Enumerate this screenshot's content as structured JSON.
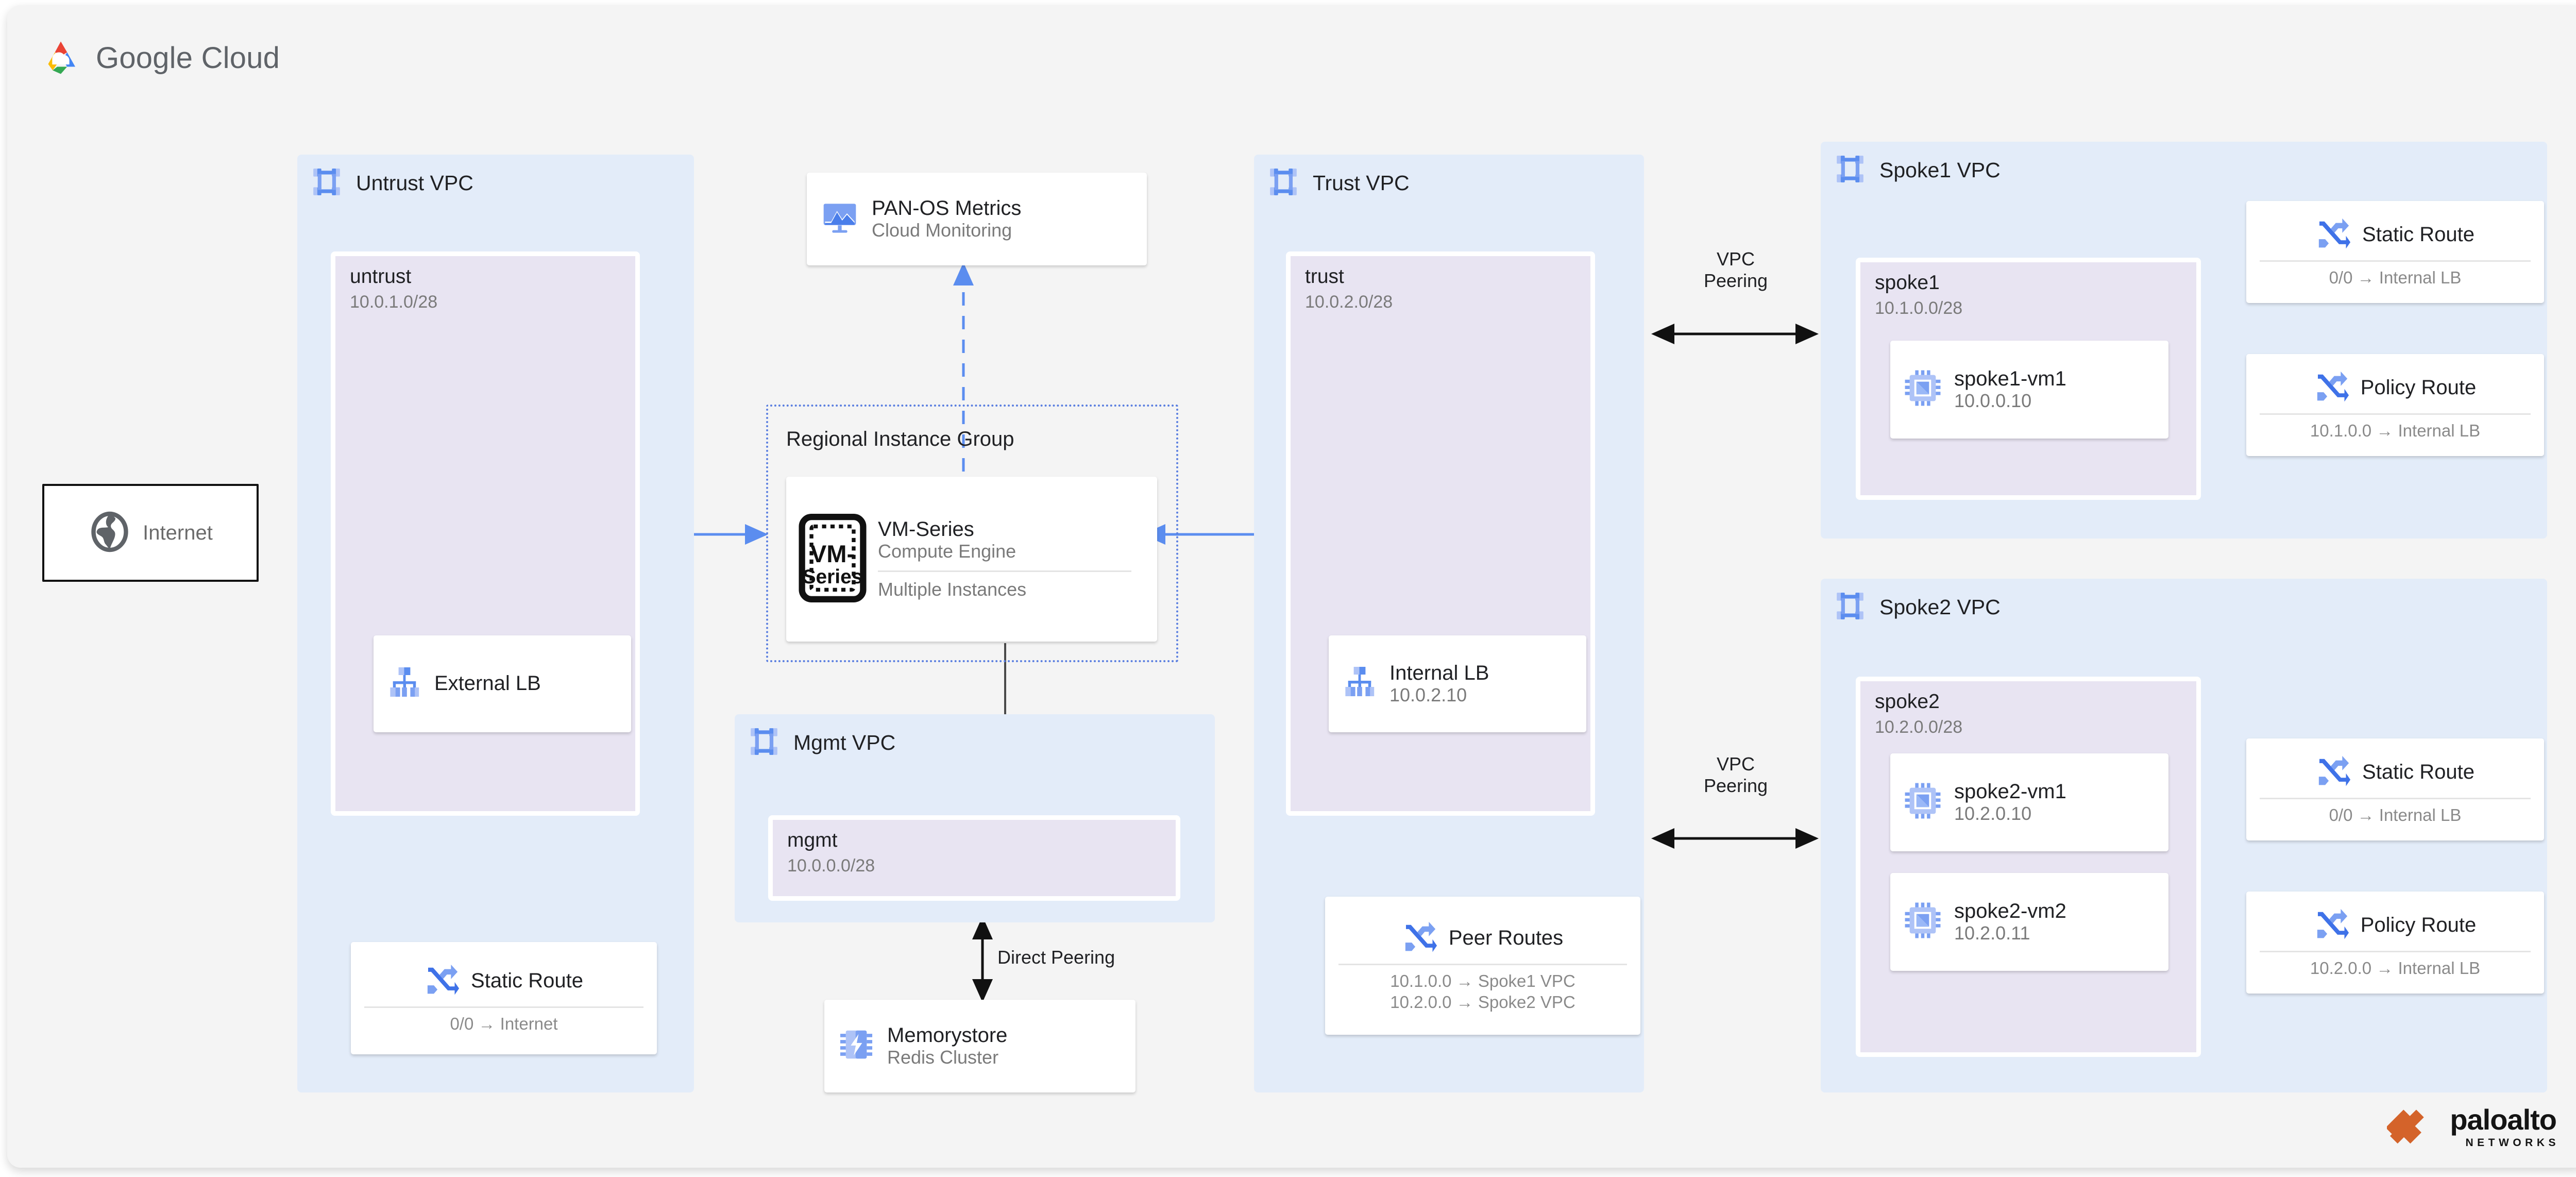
{
  "brand": {
    "google_cloud": "Google Cloud",
    "google_word": "Google",
    "cloud_word": "Cloud",
    "paloalto_name": "paloalto",
    "paloalto_networks": "NETWORKS",
    "accent_blue": "#5b8def",
    "vpc_fill": "#e3ecf9",
    "subnet_fill": "#e8e4f2",
    "canvas_bg": "#f4f4f4",
    "paloalto_orange": "#d4632a"
  },
  "internet": {
    "label": "Internet",
    "icon": "globe-icon"
  },
  "untrust_vpc": {
    "title": "Untrust VPC",
    "icon": "vpc-icon",
    "subnet": {
      "name": "untrust",
      "cidr": "10.0.1.0/28"
    },
    "external_lb": {
      "title": "External LB",
      "icon": "load-balancer-icon"
    },
    "static_route": {
      "title": "Static Route",
      "icon": "route-icon",
      "lines": [
        "0/0 → Internet"
      ]
    }
  },
  "monitoring": {
    "title": "PAN-OS Metrics",
    "subtitle": "Cloud Monitoring",
    "icon": "monitoring-icon"
  },
  "instance_group": {
    "title": "Regional Instance Group",
    "vm_series": {
      "title": "VM-Series",
      "subtitle": "Compute Engine",
      "detail": "Multiple Instances",
      "icon": "vm-series-icon",
      "icon_label_line1": "VM-",
      "icon_label_line2": "Series"
    }
  },
  "mgmt_vpc": {
    "title": "Mgmt VPC",
    "icon": "vpc-icon",
    "subnet": {
      "name": "mgmt",
      "cidr": "10.0.0.0/28"
    }
  },
  "memorystore": {
    "title": "Memorystore",
    "subtitle": "Redis Cluster",
    "icon": "memorystore-icon",
    "connection_label": "Direct Peering"
  },
  "trust_vpc": {
    "title": "Trust VPC",
    "icon": "vpc-icon",
    "subnet": {
      "name": "trust",
      "cidr": "10.0.2.0/28"
    },
    "internal_lb": {
      "title": "Internal LB",
      "subtitle": "10.0.2.10",
      "icon": "load-balancer-icon"
    },
    "peer_routes": {
      "title": "Peer Routes",
      "icon": "route-icon",
      "lines": [
        "10.1.0.0 → Spoke1 VPC",
        "10.2.0.0 → Spoke2 VPC"
      ]
    }
  },
  "spoke1_vpc": {
    "title": "Spoke1 VPC",
    "icon": "vpc-icon",
    "subnet": {
      "name": "spoke1",
      "cidr": "10.1.0.0/28"
    },
    "vms": [
      {
        "name": "spoke1-vm1",
        "ip": "10.0.0.10",
        "icon": "vm-icon"
      }
    ],
    "static_route": {
      "title": "Static Route",
      "icon": "route-icon",
      "lines": [
        "0/0 → Internal LB"
      ]
    },
    "policy_route": {
      "title": "Policy Route",
      "icon": "route-icon",
      "lines": [
        "10.1.0.0 → Internal LB"
      ]
    },
    "peering_label": "VPC\nPeering"
  },
  "spoke2_vpc": {
    "title": "Spoke2 VPC",
    "icon": "vpc-icon",
    "subnet": {
      "name": "spoke2",
      "cidr": "10.2.0.0/28"
    },
    "vms": [
      {
        "name": "spoke2-vm1",
        "ip": "10.2.0.10",
        "icon": "vm-icon"
      },
      {
        "name": "spoke2-vm2",
        "ip": "10.2.0.11",
        "icon": "vm-icon"
      }
    ],
    "static_route": {
      "title": "Static Route",
      "icon": "route-icon",
      "lines": [
        "0/0 → Internal LB"
      ]
    },
    "policy_route": {
      "title": "Policy Route",
      "icon": "route-icon",
      "lines": [
        "10.2.0.0 → Internal LB"
      ]
    },
    "peering_label": "VPC\nPeering"
  },
  "connections": {
    "peering_top_line1": "VPC",
    "peering_top_line2": "Peering",
    "peering_bottom_line1": "VPC",
    "peering_bottom_line2": "Peering",
    "direct_peering": "Direct Peering"
  }
}
